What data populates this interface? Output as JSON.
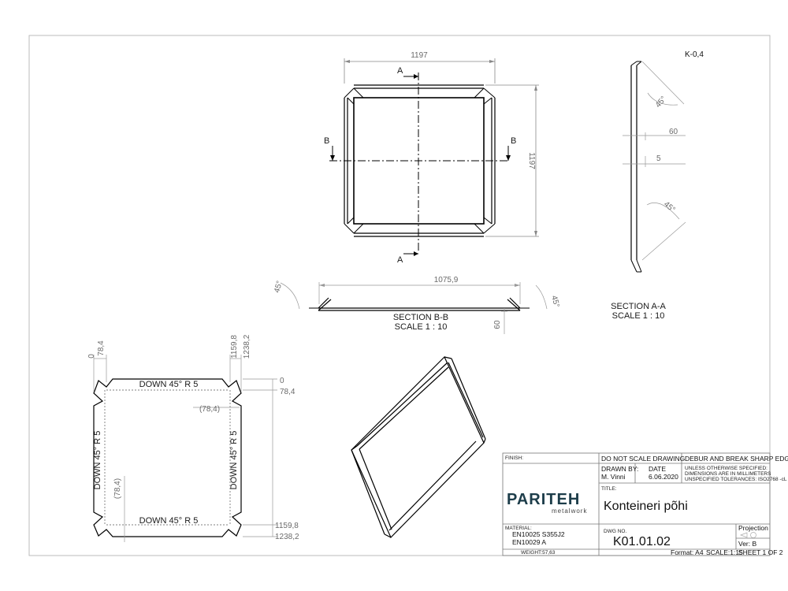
{
  "top_view": {
    "width_dim": "1197",
    "height_dim": "1197",
    "section_a_top": "A",
    "section_a_bottom": "A",
    "section_b_left": "B",
    "section_b_right": "B"
  },
  "side_view": {
    "thickness": "K-0,4",
    "angle_top": "45°",
    "dim_60": "60",
    "dim_5": "5",
    "angle_bottom": "45°",
    "title": "SECTION A-A",
    "scale": "SCALE 1 : 10"
  },
  "section_bb": {
    "length": "1075,9",
    "angle_left": "45°",
    "angle_right": "45°",
    "height": "60",
    "title": "SECTION B-B",
    "scale": "SCALE 1 : 10"
  },
  "flat_pattern": {
    "x0": "0",
    "x1": "78,4",
    "x2": "1159,8",
    "x3": "1238,2",
    "y0": "0",
    "y1": "78,4",
    "y2": "1159,8",
    "y3": "1238,2",
    "ref_h": "(78,4)",
    "ref_v": "(78,4)",
    "bend_top": "DOWN  45°  R 5",
    "bend_bottom": "DOWN  45°  R 5",
    "bend_left": "DOWN  45°  R 5",
    "bend_right": "DOWN  45°  R 5"
  },
  "title_block": {
    "finish_label": "FINISH:",
    "do_not_scale": "DO NOT SCALE DRAWING",
    "debur": "DEBUR AND BREAK SHARP EDGES",
    "drawn_by_label": "DRAWN BY:",
    "drawn_by": "M. Vinni",
    "date_label": "DATE",
    "date": "6.06.2020",
    "notes_1": "UNLESS OTHERWISE SPECIFIED:",
    "notes_2": "DIMENSIONS ARE IN MILLIMETERS",
    "notes_3": "UNSPECIFIED TOLERANCES: ISO2768 -cL",
    "logo": "PARITEH",
    "logo_sub": "metalwork",
    "title_label": "TITLE:",
    "title": "Konteineri põhi",
    "material_label": "MATERIAL:",
    "material_1": "EN10025 S355J2",
    "material_2": "EN10029 A",
    "weight": "WEIGHT:57,63",
    "dwg_label": "DWG NO.",
    "dwg_no": "K01.01.02",
    "projection_label": "Projection",
    "version": "Ver: B",
    "format": "Format: A4",
    "scale": "SCALE:1:15",
    "sheet": "SHEET 1 OF 2"
  }
}
